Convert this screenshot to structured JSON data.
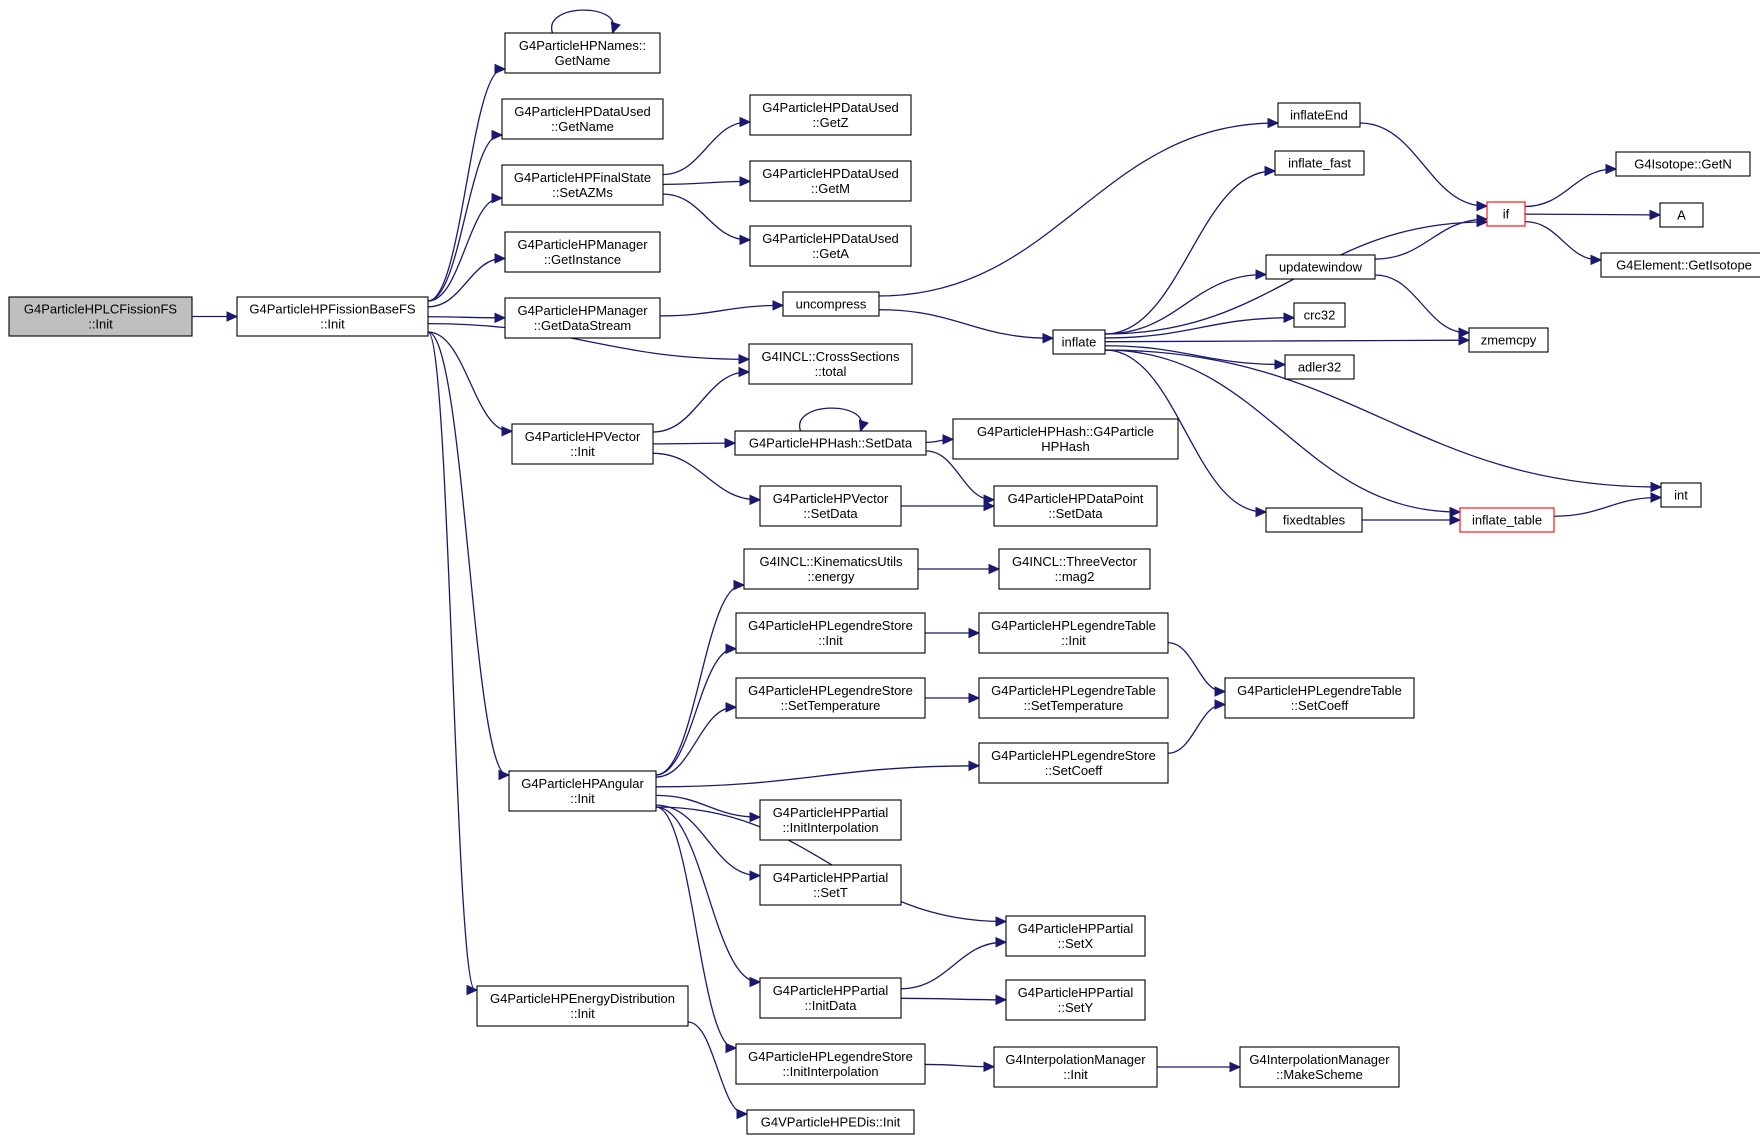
{
  "colors": {
    "edge": "#191970",
    "root_fill": "#bfbfbf",
    "truncated_border": "#ff0000"
  },
  "nodes": [
    {
      "id": "n0",
      "lines": [
        "G4ParticleHPLCFissionFS",
        "::Init"
      ],
      "root": true
    },
    {
      "id": "n1",
      "lines": [
        "G4ParticleHPFissionBaseFS",
        "::Init"
      ]
    },
    {
      "id": "n2",
      "lines": [
        "G4ParticleHPNames::",
        "GetName"
      ]
    },
    {
      "id": "n3",
      "lines": [
        "G4ParticleHPDataUsed",
        "::GetName"
      ]
    },
    {
      "id": "n4",
      "lines": [
        "G4ParticleHPFinalState",
        "::SetAZMs"
      ]
    },
    {
      "id": "n5",
      "lines": [
        "G4ParticleHPManager",
        "::GetInstance"
      ]
    },
    {
      "id": "n6",
      "lines": [
        "G4ParticleHPManager",
        "::GetDataStream"
      ]
    },
    {
      "id": "n7",
      "lines": [
        "G4INCL::CrossSections",
        "::total"
      ]
    },
    {
      "id": "n8",
      "lines": [
        "G4ParticleHPVector",
        "::Init"
      ]
    },
    {
      "id": "n9",
      "lines": [
        "G4ParticleHPAngular",
        "::Init"
      ]
    },
    {
      "id": "n10",
      "lines": [
        "G4ParticleHPEnergyDistribution",
        "::Init"
      ]
    },
    {
      "id": "n11",
      "lines": [
        "G4ParticleHPDataUsed",
        "::GetZ"
      ]
    },
    {
      "id": "n12",
      "lines": [
        "G4ParticleHPDataUsed",
        "::GetM"
      ]
    },
    {
      "id": "n13",
      "lines": [
        "G4ParticleHPDataUsed",
        "::GetA"
      ]
    },
    {
      "id": "n14",
      "lines": [
        "uncompress"
      ]
    },
    {
      "id": "n15",
      "lines": [
        "G4ParticleHPHash::SetData"
      ]
    },
    {
      "id": "n16",
      "lines": [
        "G4ParticleHPVector",
        "::SetData"
      ]
    },
    {
      "id": "n17",
      "lines": [
        "G4ParticleHPHash::G4Particle",
        "HPHash"
      ]
    },
    {
      "id": "n18",
      "lines": [
        "G4ParticleHPDataPoint",
        "::SetData"
      ]
    },
    {
      "id": "n19",
      "lines": [
        "inflateEnd"
      ]
    },
    {
      "id": "n20",
      "lines": [
        "inflate_fast"
      ]
    },
    {
      "id": "n21",
      "lines": [
        "if"
      ],
      "truncated": true
    },
    {
      "id": "n22",
      "lines": [
        "updatewindow"
      ]
    },
    {
      "id": "n23",
      "lines": [
        "inflate"
      ]
    },
    {
      "id": "n24",
      "lines": [
        "crc32"
      ]
    },
    {
      "id": "n25",
      "lines": [
        "adler32"
      ]
    },
    {
      "id": "n26",
      "lines": [
        "zmemcpy"
      ]
    },
    {
      "id": "n27",
      "lines": [
        "fixedtables"
      ]
    },
    {
      "id": "n28",
      "lines": [
        "inflate_table"
      ],
      "truncated": true
    },
    {
      "id": "n29",
      "lines": [
        "int"
      ]
    },
    {
      "id": "n30",
      "lines": [
        "G4Isotope::GetN"
      ]
    },
    {
      "id": "n31",
      "lines": [
        "A"
      ]
    },
    {
      "id": "n32",
      "lines": [
        "G4Element::GetIsotope"
      ]
    },
    {
      "id": "n33",
      "lines": [
        "G4INCL::KinematicsUtils",
        "::energy"
      ]
    },
    {
      "id": "n34",
      "lines": [
        "G4INCL::ThreeVector",
        "::mag2"
      ]
    },
    {
      "id": "n35",
      "lines": [
        "G4ParticleHPLegendreStore",
        "::Init"
      ]
    },
    {
      "id": "n36",
      "lines": [
        "G4ParticleHPLegendreTable",
        "::Init"
      ]
    },
    {
      "id": "n37",
      "lines": [
        "G4ParticleHPLegendreStore",
        "::SetTemperature"
      ]
    },
    {
      "id": "n38",
      "lines": [
        "G4ParticleHPLegendreTable",
        "::SetTemperature"
      ]
    },
    {
      "id": "n39",
      "lines": [
        "G4ParticleHPLegendreTable",
        "::SetCoeff"
      ]
    },
    {
      "id": "n40",
      "lines": [
        "G4ParticleHPLegendreStore",
        "::SetCoeff"
      ]
    },
    {
      "id": "n41",
      "lines": [
        "G4ParticleHPPartial",
        "::InitInterpolation"
      ]
    },
    {
      "id": "n42",
      "lines": [
        "G4ParticleHPPartial",
        "::SetT"
      ]
    },
    {
      "id": "n43",
      "lines": [
        "G4ParticleHPPartial",
        "::SetX"
      ]
    },
    {
      "id": "n44",
      "lines": [
        "G4ParticleHPPartial",
        "::InitData"
      ]
    },
    {
      "id": "n45",
      "lines": [
        "G4ParticleHPPartial",
        "::SetY"
      ]
    },
    {
      "id": "n46",
      "lines": [
        "G4ParticleHPLegendreStore",
        "::InitInterpolation"
      ]
    },
    {
      "id": "n47",
      "lines": [
        "G4InterpolationManager",
        "::Init"
      ]
    },
    {
      "id": "n48",
      "lines": [
        "G4InterpolationManager",
        "::MakeScheme"
      ]
    },
    {
      "id": "n49",
      "lines": [
        "G4VParticleHPEDis::Init"
      ]
    }
  ],
  "edges": [
    [
      "n0",
      "n1"
    ],
    [
      "n1",
      "n2"
    ],
    [
      "n1",
      "n3"
    ],
    [
      "n1",
      "n4"
    ],
    [
      "n1",
      "n5"
    ],
    [
      "n1",
      "n6"
    ],
    [
      "n1",
      "n7"
    ],
    [
      "n1",
      "n8"
    ],
    [
      "n1",
      "n9"
    ],
    [
      "n1",
      "n10"
    ],
    [
      "n2",
      "n2"
    ],
    [
      "n4",
      "n11"
    ],
    [
      "n4",
      "n12"
    ],
    [
      "n4",
      "n13"
    ],
    [
      "n6",
      "n14"
    ],
    [
      "n8",
      "n7"
    ],
    [
      "n8",
      "n15"
    ],
    [
      "n8",
      "n16"
    ],
    [
      "n15",
      "n15"
    ],
    [
      "n15",
      "n17"
    ],
    [
      "n15",
      "n18"
    ],
    [
      "n16",
      "n18"
    ],
    [
      "n14",
      "n19"
    ],
    [
      "n14",
      "n23"
    ],
    [
      "n19",
      "n21"
    ],
    [
      "n23",
      "n20"
    ],
    [
      "n23",
      "n21"
    ],
    [
      "n23",
      "n22"
    ],
    [
      "n23",
      "n24"
    ],
    [
      "n23",
      "n25"
    ],
    [
      "n23",
      "n26"
    ],
    [
      "n23",
      "n27"
    ],
    [
      "n23",
      "n28"
    ],
    [
      "n23",
      "n29"
    ],
    [
      "n22",
      "n21"
    ],
    [
      "n22",
      "n26"
    ],
    [
      "n27",
      "n28"
    ],
    [
      "n28",
      "n29"
    ],
    [
      "n21",
      "n30"
    ],
    [
      "n21",
      "n31"
    ],
    [
      "n21",
      "n32"
    ],
    [
      "n9",
      "n33"
    ],
    [
      "n9",
      "n35"
    ],
    [
      "n9",
      "n37"
    ],
    [
      "n9",
      "n40"
    ],
    [
      "n9",
      "n41"
    ],
    [
      "n9",
      "n42"
    ],
    [
      "n9",
      "n43"
    ],
    [
      "n9",
      "n44"
    ],
    [
      "n9",
      "n46"
    ],
    [
      "n33",
      "n34"
    ],
    [
      "n35",
      "n36"
    ],
    [
      "n36",
      "n39"
    ],
    [
      "n37",
      "n38"
    ],
    [
      "n40",
      "n39"
    ],
    [
      "n44",
      "n43"
    ],
    [
      "n44",
      "n45"
    ],
    [
      "n46",
      "n47"
    ],
    [
      "n47",
      "n48"
    ],
    [
      "n10",
      "n49"
    ]
  ]
}
